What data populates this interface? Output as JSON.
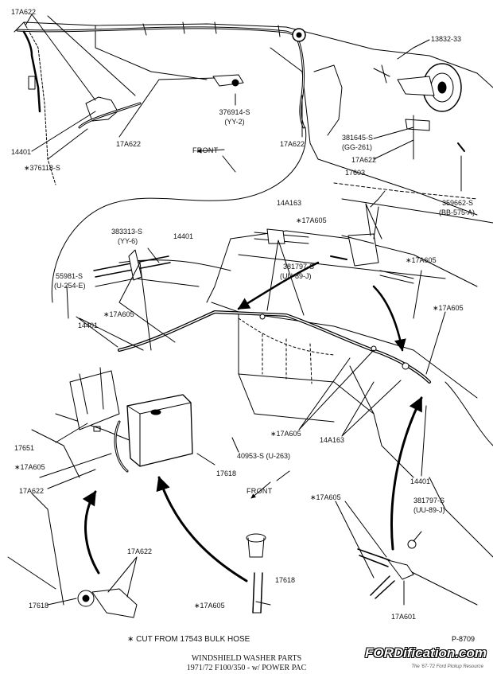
{
  "diagram": {
    "labels": {
      "l_17a622_top": "17A622",
      "l_13832_33": "13832-33",
      "l_376914_s": "376914-S",
      "l_yy2": "(YY-2)",
      "l_381645_s": "381645-S",
      "l_gg261": "(GG-261)",
      "l_17a622_horn": "17A622",
      "l_14401_left": "14401",
      "l_376118_s": "∗376118-S",
      "l_17a622_mid1": "17A622",
      "l_17a622_mid2": "17A622",
      "l_front_top": "FRONT",
      "l_17603": "17603",
      "l_359662_s": "359662-S",
      "l_bb575a": "(BB-575-A)",
      "l_14a163_top": "14A163",
      "l_17a605_a": "∗17A605",
      "l_383313_s": "383313-S",
      "l_yy6": "(YY-6)",
      "l_14401_b": "14401",
      "l_381797_s_a": "381797-S",
      "l_uu89j_a": "(UU-89-J)",
      "l_17a605_b": "∗17A605",
      "l_55981_s": "55981-S",
      "l_u254e": "(U-254-E)",
      "l_17a605_c": "∗17A605",
      "l_17a605_d": "∗17A605",
      "l_14401_c": "14401",
      "l_17651": "17651",
      "l_17a605_e": "∗17A605",
      "l_17a622_lw": "17A622",
      "l_17a605_f": "∗17A605",
      "l_14a163_b": "14A163",
      "l_40953": "40953-S (U-263)",
      "l_17618_a": "17618",
      "l_14401_d": "14401",
      "l_front_bot": "FRONT",
      "l_17a605_g": "∗17A605",
      "l_381797_s_b": "381797-S",
      "l_uu89j_b": "(UU-89-J)",
      "l_17a622_bl": "17A622",
      "l_17618_b": "17618",
      "l_17618_c": "17618",
      "l_17a605_h": "∗17A605",
      "l_17a601": "17A601"
    },
    "footnote": "∗ CUT FROM 17543 BULK HOSE",
    "part_number": "P-8709",
    "caption_line1": "WINDSHIELD WASHER PARTS",
    "caption_line2": "1971/72  F100/350 - w/  POWER PAC",
    "watermark": "FORDification.com",
    "watermark_sub": "The '67-'72 Ford Pickup Resource"
  }
}
